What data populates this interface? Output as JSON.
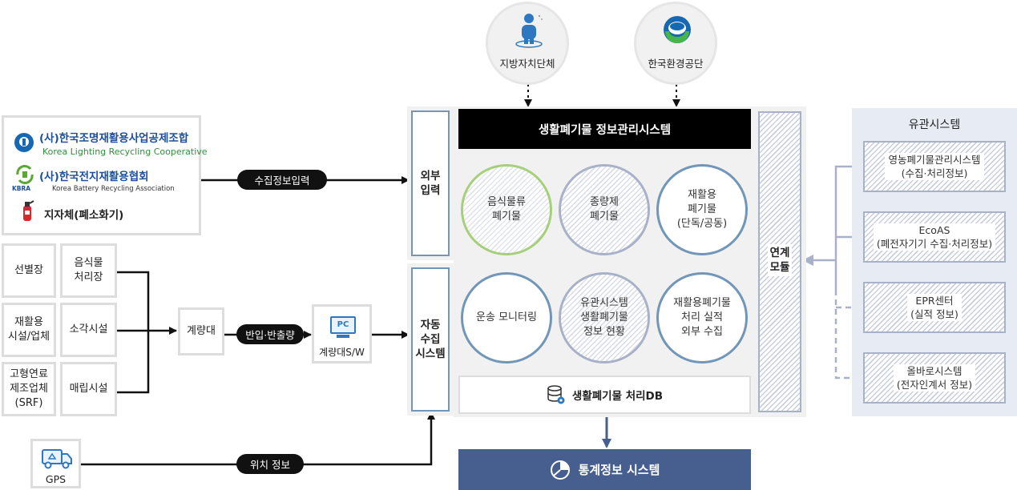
{
  "top_icons": [
    {
      "label": "지방자치단체"
    },
    {
      "label": "한국환경공단"
    }
  ],
  "left_sources": {
    "org1": {
      "name": "(사)한국조명재활용사업공제조합",
      "sub": "Korea Lighting Recycling Cooperative"
    },
    "org2": {
      "name": "(사)한국전지재활용협회",
      "sub": "Korea Battery Recycling Association",
      "logo_text": "KBRA"
    },
    "org3": {
      "name": "지자체(폐소화기)"
    }
  },
  "facilities": {
    "left": [
      "선별장",
      "재활용\n시설/업체",
      "고형연료\n제조업체\n(SRF)"
    ],
    "right": [
      "음식물\n처리장",
      "소각시설",
      "매립시설"
    ]
  },
  "weighbridge": "계량대",
  "pc": {
    "screen": "PC",
    "label": "계량대S/W"
  },
  "gps": {
    "label": "GPS"
  },
  "pills": {
    "collect_input": "수집정보입력",
    "in_out": "반입·반출량",
    "location": "위치 정보"
  },
  "mid_boxes": {
    "external_input": "외부\n입력",
    "auto_collect": "자동\n수집\n시스템"
  },
  "main_system": {
    "title": "생활폐기물 정보관리시스템",
    "circles": [
      "음식물류\n폐기물",
      "종량제\n폐기물",
      "재활용\n폐기물\n(단독/공동)",
      "운송 모니터링",
      "유관시스템\n생활폐기물\n정보 현황",
      "재활용폐기물\n처리 실적\n외부 수집"
    ],
    "db": "생활폐기물 처리DB"
  },
  "stats": "통계정보 시스템",
  "link_module": "연계\n모듈",
  "related": {
    "title": "유관시스템",
    "items": [
      "영농폐기물관리시스템\n(수집·처리정보)",
      "EcoAS\n(폐전자기기 수집·처리정보)",
      "EPR센터\n(실적 정보)",
      "올바로시스템\n(전자인계서 정보)"
    ]
  },
  "colors": {
    "accent_green": "#a6cf7a",
    "accent_blue": "#7196b8",
    "navy": "#475f8f",
    "hatch": "#c9cfdc",
    "panel": "#e6ebf4"
  }
}
